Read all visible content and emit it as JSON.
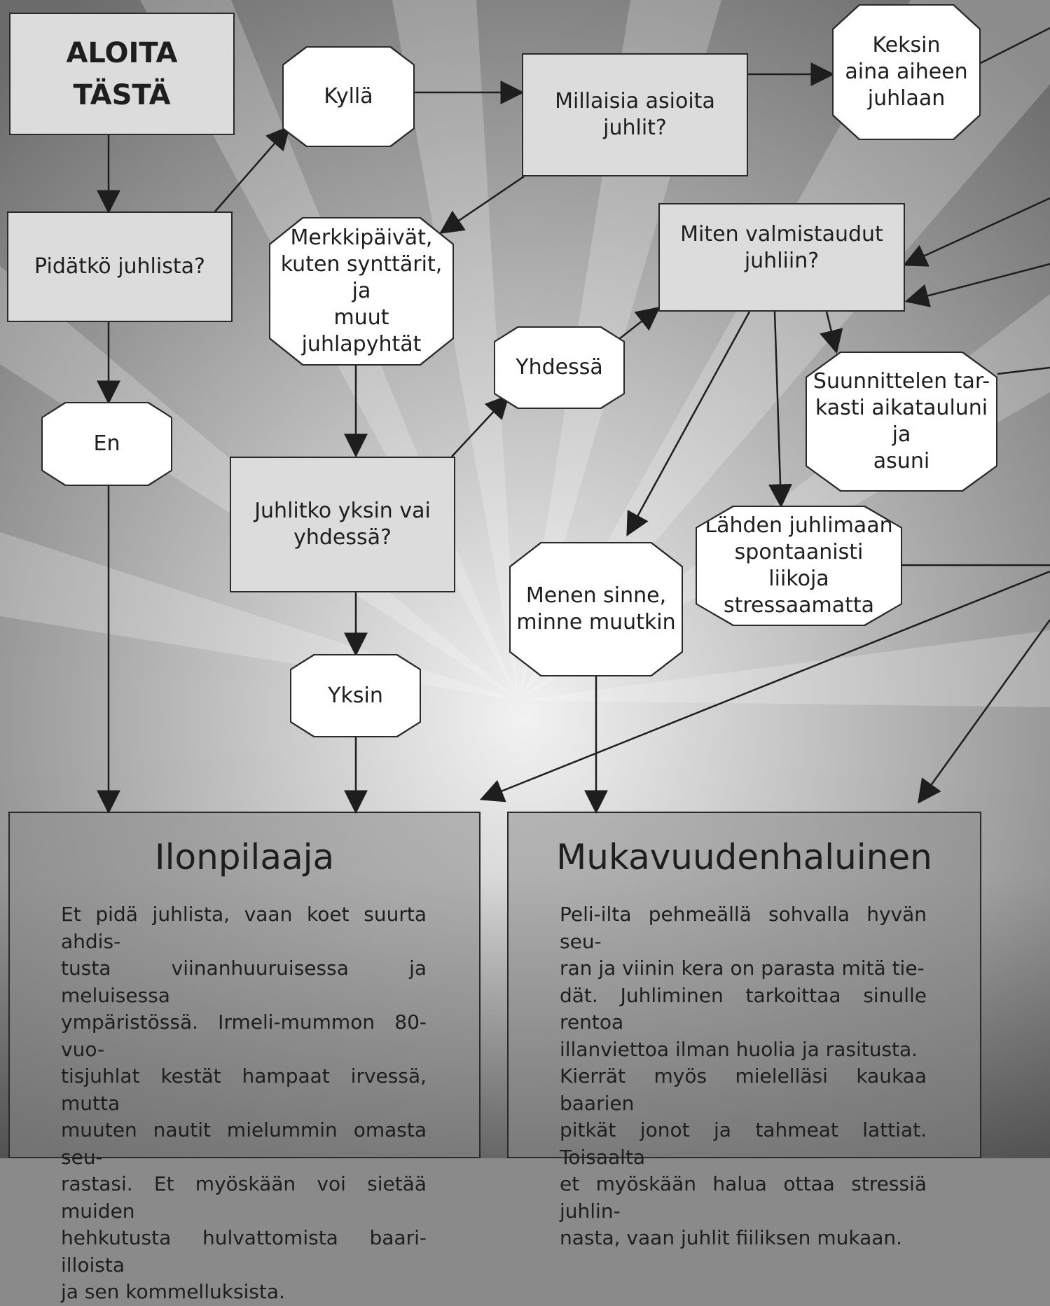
{
  "colors": {
    "box_fill": "#dcdcdc",
    "octagon_fill": "#ffffff",
    "border": "#2a2a2a",
    "text": "#1e1e1e"
  },
  "nodes": {
    "start": "ALOITA\nTÄSTÄ",
    "q_party": "Pidätkö juhlista?",
    "yes": "Kyllä",
    "no": "En",
    "q_what": "Millaisia asioita\njuhlit?",
    "a_theme": "Keksin\naina aiheen\njuhlaan",
    "a_special": "Merkkipäivät,\nkuten synttärit, ja\nmuut juhlapyhtät",
    "q_prepare": "Miten valmistaudut\njuhliin?",
    "a_together": "Yhdessä",
    "a_plan": "Suunnittelen tar-\nkasti aikatauluni ja\nasuni",
    "q_alone": "Juhlitko yksin vai\nyhdessä?",
    "a_spont": "Lähden juhlimaan\nspontaanisti liikoja\nstressaamatta",
    "a_follow": "Menen sinne,\nminne muutkin",
    "a_alone": "Yksin"
  },
  "results": [
    {
      "title": "Ilonpilaaja",
      "lines": [
        "Et pidä juhlista, vaan koet suurta ahdis-",
        "tusta viinanhuuruisessa ja meluisessa",
        "ympäristössä. Irmeli-mummon 80-vuo-",
        "tisjuhlat kestät hampaat irvessä, mutta",
        "muuten nautit mielummin omasta seu-",
        "rastasi. Et myöskään voi sietää muiden",
        "hehkutusta hulvattomista baari-illoista",
        "ja sen kommelluksista."
      ]
    },
    {
      "title": "Mukavuudenhaluinen",
      "lines": [
        "Peli-ilta pehmeällä sohvalla hyvän seu-",
        "ran ja viinin kera on parasta mitä tie-",
        "dät. Juhliminen tarkoittaa sinulle rentoa",
        "illanviettoa ilman huolia ja rasitusta.",
        "Kierrät myös mielelläsi kaukaa baarien",
        "pitkät jonot ja tahmeat lattiat. Toisaalta",
        "et myöskään halua ottaa stressiä juhlin-",
        "nasta, vaan juhlit fiiliksen mukaan."
      ]
    }
  ]
}
